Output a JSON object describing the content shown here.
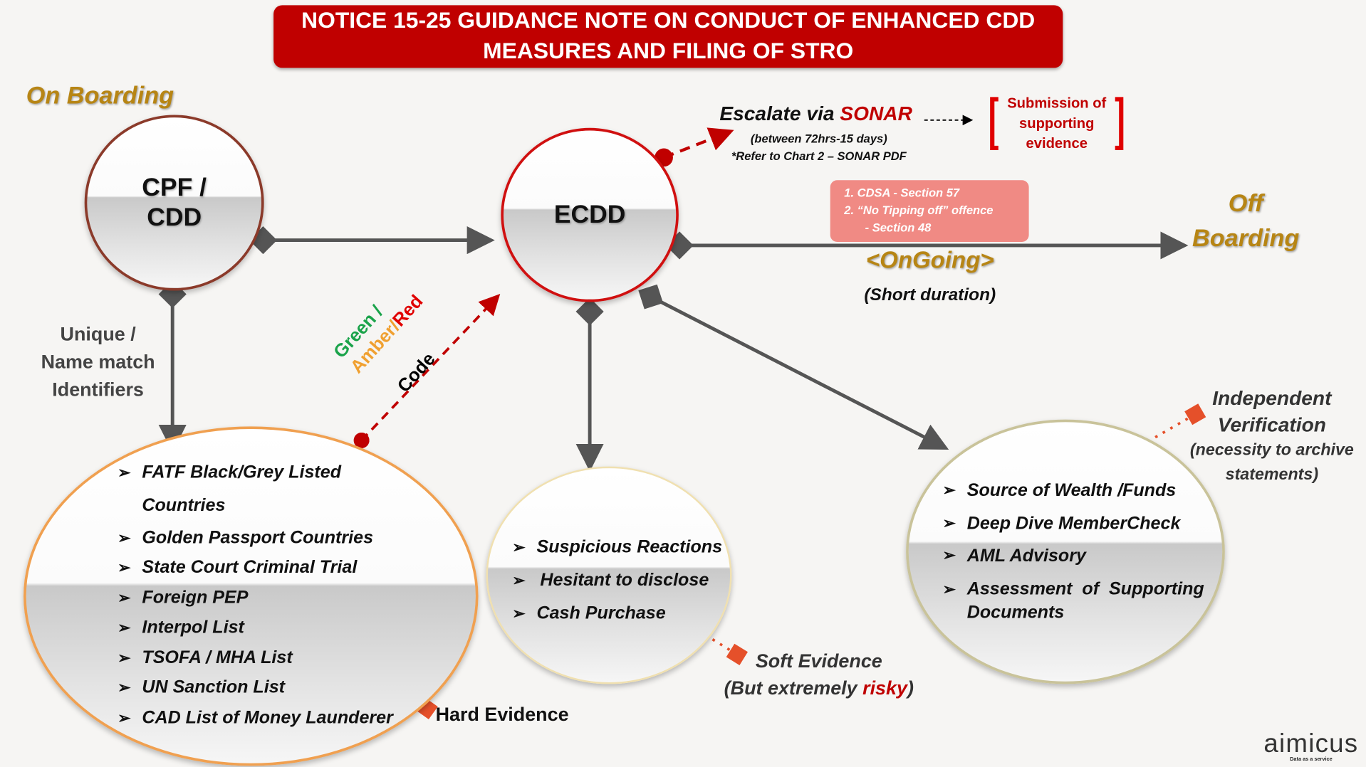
{
  "title_line1": "NOTICE 15-25 GUIDANCE NOTE ON CONDUCT OF ENHANCED CDD",
  "title_line2": "MEASURES AND FILING OF STRO",
  "on_boarding": "On Boarding",
  "off_boarding_line1": "Off",
  "off_boarding_line2": "Boarding",
  "cpf_line1": "CPF /",
  "cpf_line2": "CDD",
  "ecdd": "ECDD",
  "identifiers": [
    "Unique /",
    "Name match",
    "Identifiers"
  ],
  "escalate": {
    "prefix": "Escalate via ",
    "sonar": "SONAR",
    "duration": "(between 72hrs-15 days)",
    "refer": "*Refer to Chart 2 – SONAR PDF"
  },
  "submission": [
    "Submission of",
    "supporting",
    "evidence"
  ],
  "legal_box": [
    "1. CDSA - Section 57",
    "2. “No Tipping off” offence",
    "- Section 48"
  ],
  "ongoing": "<OnGoing>",
  "short_duration": "(Short duration)",
  "code_label": {
    "green": "Green /",
    "amber": "Amber/",
    "red": "Red",
    "code": "Code"
  },
  "hard_list": [
    "FATF Black/Grey Listed",
    "Countries",
    "Golden Passport Countries",
    "State Court Criminal Trial",
    "Foreign PEP",
    "Interpol List",
    "TSOFA / MHA List",
    "UN Sanction List",
    "CAD List of Money Launderer"
  ],
  "hard_evidence": "Hard Evidence",
  "soft_list": [
    "Suspicious Reactions",
    "Hesitant to disclose",
    "Cash Purchase"
  ],
  "soft_evidence": {
    "line1": "Soft Evidence",
    "prefix": "(But extremely ",
    "risky": "risky",
    "suffix": ")"
  },
  "verify_list": [
    "Source of Wealth /Funds",
    "Deep Dive MemberCheck",
    "AML Advisory",
    "Assessment  of  Supporting",
    "Documents"
  ],
  "independent": [
    "Independent",
    "Verification",
    "(necessity to archive",
    "statements)"
  ],
  "logo": {
    "name": "aimicus",
    "tagline": "Data as a service"
  },
  "colors": {
    "title_red": "#c00000",
    "gold": "#b78514",
    "green": "#1aa34a",
    "amber": "#f0a030",
    "red": "#e00000",
    "pink_box": "#f08a84"
  }
}
